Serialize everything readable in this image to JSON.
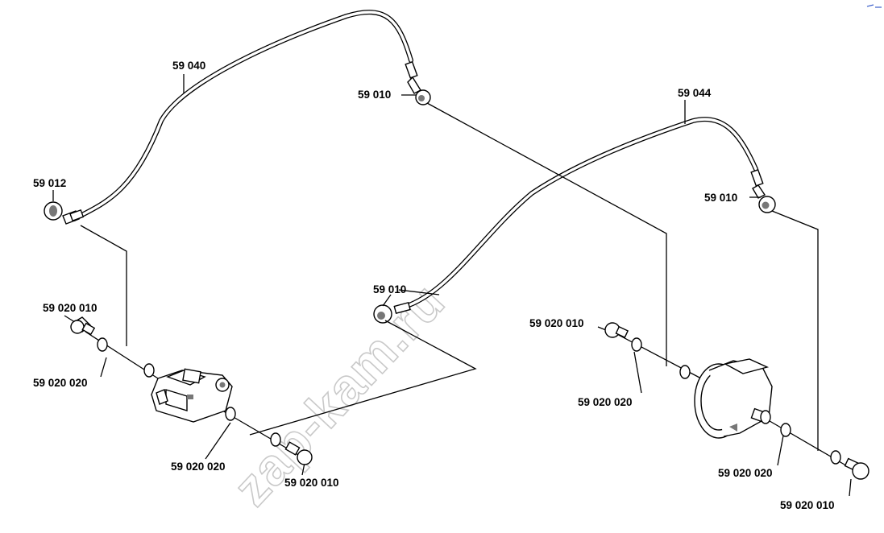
{
  "diagram": {
    "labels": {
      "pipe_left": "59 040",
      "pipe_right": "59 044",
      "fitting_top": "59 010",
      "fitting_left": "59 012",
      "fitting_right": "59 010",
      "fitting_mid": "59 010",
      "bolt_left_top": "59 020 010",
      "washers_left": "59 020 020",
      "washers_left_bottom": "59 020 020",
      "bolt_left_bottom": "59 020 010",
      "bolt_right_top": "59 020 010",
      "washers_right": "59 020 020",
      "washers_right_bottom": "59 020 020",
      "bolt_right_bottom": "59 020 010"
    },
    "watermark": "zap-kam.ru"
  }
}
